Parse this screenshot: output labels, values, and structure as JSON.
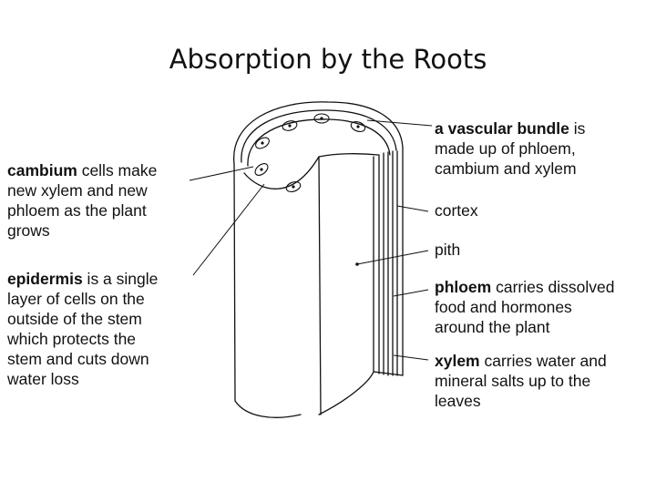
{
  "title": "Absorption by the Roots",
  "labels": {
    "cambium": {
      "term": "cambium",
      "lines": [
        " cells make",
        "new xylem and new",
        "phloem as the plant",
        "grows"
      ]
    },
    "epidermis": {
      "term": "epidermis",
      "lines": [
        " is a single",
        "layer of cells on the",
        "outside of the stem",
        "which protects the",
        "stem and cuts down",
        "water loss"
      ]
    },
    "vascular_bundle": {
      "term": "a vascular bundle",
      "lines": [
        " is",
        "made up of phloem,",
        "cambium and xylem"
      ]
    },
    "cortex": {
      "text": "cortex"
    },
    "pith": {
      "text": "pith"
    },
    "phloem": {
      "term": "phloem",
      "lines": [
        " carries dissolved",
        "food and hormones",
        "around the plant"
      ]
    },
    "xylem": {
      "term": "xylem",
      "lines": [
        " carries water and",
        "mineral salts up to the",
        "leaves"
      ]
    }
  }
}
